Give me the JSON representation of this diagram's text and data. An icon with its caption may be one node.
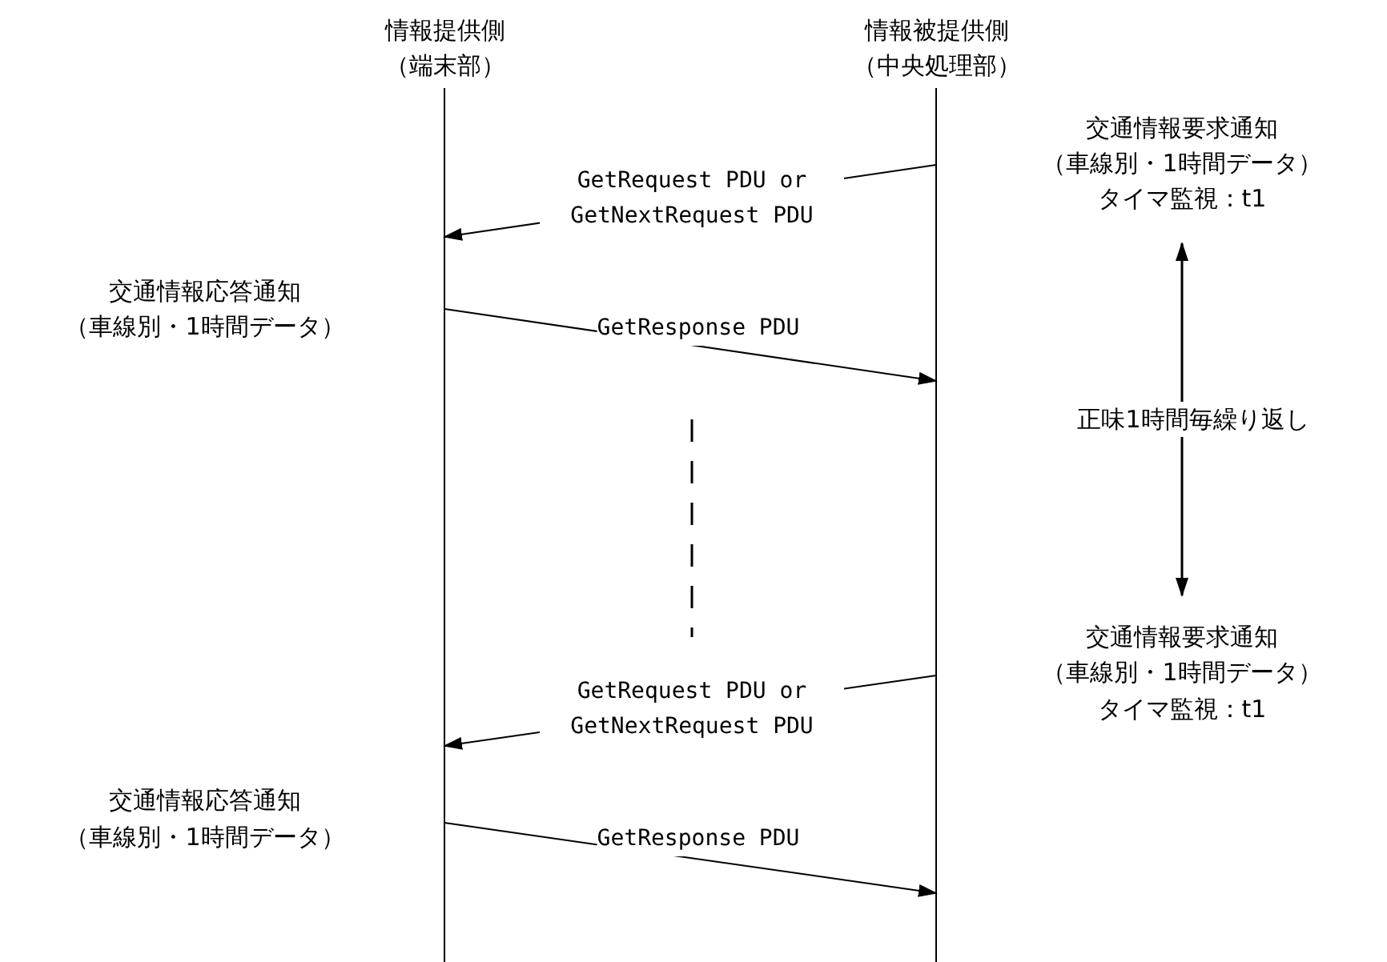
{
  "diagram": {
    "nodes": [
      {
        "text": [],
        "shape": "bar",
        "beside": [
          "情報提供側（端末部）"
        ]
      },
      {
        "text": [],
        "shape": "bar",
        "beside": [
          "情報被提供側（中央処理部）"
        ]
      }
    ],
    "edges": [
      {
        "from": 1,
        "to": 0,
        "arrow": "to",
        "label": "GetRequest PDU or GetNextRequest PDU"
      },
      {
        "from": 0,
        "to": 1,
        "arrow": "to",
        "label": "GetResponse PDU"
      },
      {
        "from": 1,
        "to": 0,
        "arrow": "to",
        "label": "GetRequest PDU or GetNextRequest PDU"
      },
      {
        "from": 0,
        "to": 1,
        "arrow": "to",
        "label": "GetResponse PDU"
      }
    ],
    "labels": [
      "交通情報要求通知",
      "（車線別・1時間データ）",
      "タイマ監視：t1",
      "交通情報応答通知",
      "（車線別・1時間データ）",
      "正味1時間毎繰り返し",
      "交通情報要求通知",
      "（車線別・1時間データ）",
      "タイマ監視：t1",
      "交通情報応答通知",
      "（車線別・1時間データ）"
    ]
  }
}
